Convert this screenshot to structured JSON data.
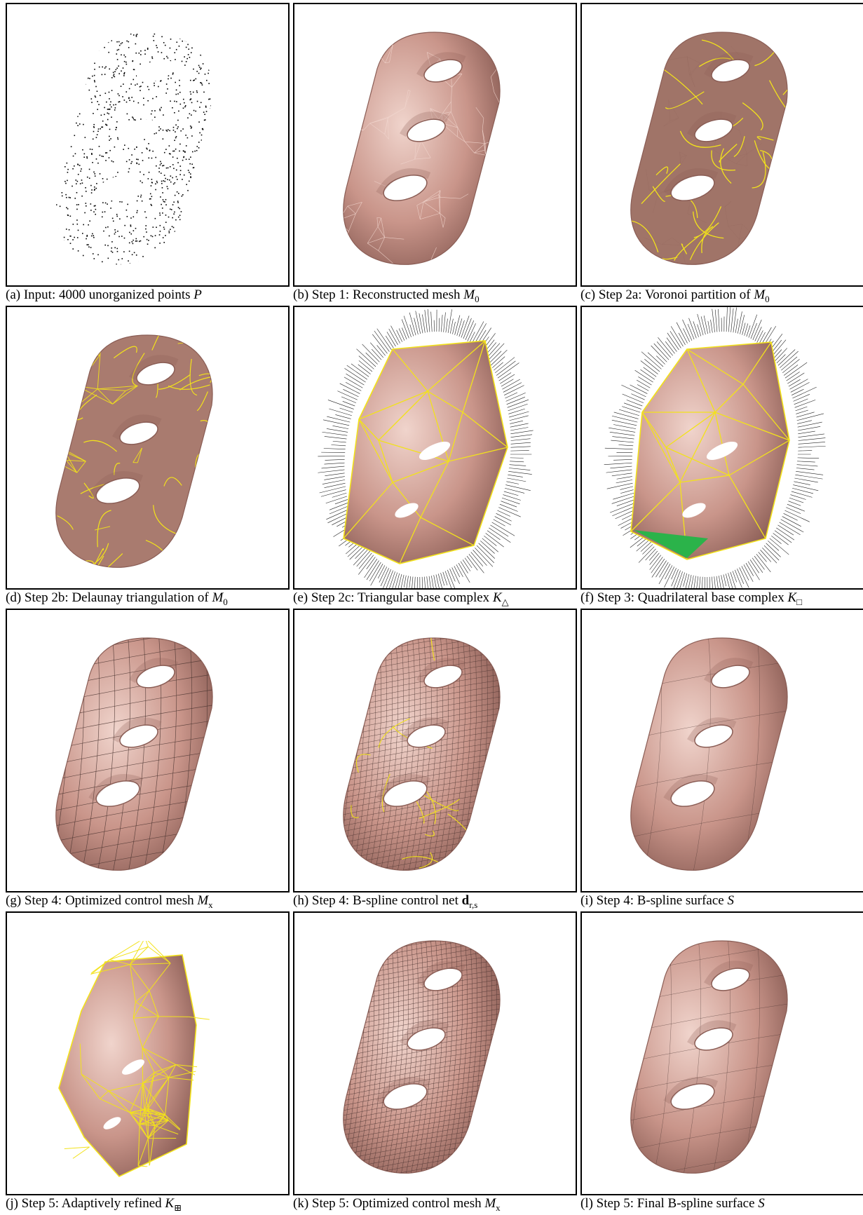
{
  "panels": [
    {
      "id": "a",
      "variant": "points",
      "caption": {
        "text": "(a) Input: 4000 unorganized points ",
        "sym": "P",
        "sub": ""
      }
    },
    {
      "id": "b",
      "variant": "tri-mesh",
      "caption": {
        "text": "(b) Step 1: Reconstructed mesh ",
        "sym": "M",
        "sub": "0"
      }
    },
    {
      "id": "c",
      "variant": "voronoi",
      "caption": {
        "text": "(c) Step 2a: Voronoi partition of ",
        "sym": "M",
        "sub": "0"
      }
    },
    {
      "id": "d",
      "variant": "delaunay",
      "caption": {
        "text": "(d) Step 2b: Delaunay triangulation of ",
        "sym": "M",
        "sub": "0"
      }
    },
    {
      "id": "e",
      "variant": "tri-base",
      "caption": {
        "text": "(e) Step 2c: Triangular base complex ",
        "sym": "K",
        "sub": "△"
      }
    },
    {
      "id": "f",
      "variant": "quad-base",
      "caption": {
        "text": "(f) Step 3: Quadrilateral base complex ",
        "sym": "K",
        "sub": "□"
      }
    },
    {
      "id": "g",
      "variant": "control-mesh",
      "caption": {
        "text": "(g) Step 4: Optimized control mesh ",
        "sym": "M",
        "sub": "x"
      }
    },
    {
      "id": "h",
      "variant": "control-net",
      "caption": {
        "text": "(h) Step 4: B-spline control net ",
        "sym": "d",
        "sub": "r,s"
      }
    },
    {
      "id": "i",
      "variant": "surface",
      "caption": {
        "text": "(i) Step 4: B-spline surface ",
        "sym": "S",
        "sub": ""
      }
    },
    {
      "id": "j",
      "variant": "refined",
      "caption": {
        "text": "(j) Step 5: Adaptively refined ",
        "sym": "K",
        "sub": "⊞"
      }
    },
    {
      "id": "k",
      "variant": "fine-mesh",
      "caption": {
        "text": "(k) Step 5: Optimized control mesh ",
        "sym": "M",
        "sub": "x"
      }
    },
    {
      "id": "l",
      "variant": "final-surface",
      "caption": {
        "text": "(l) Step 5: Final B-spline surface ",
        "sym": "S",
        "sub": ""
      }
    }
  ],
  "colors": {
    "skin": "#c9958a",
    "skin_dark": "#8a5d55",
    "skin_light": "#f0d4cc",
    "edge_yellow": "#f2e21b",
    "edge_dark": "#4a3330",
    "normals": "#222222",
    "accent_green": "#2bb34a"
  }
}
